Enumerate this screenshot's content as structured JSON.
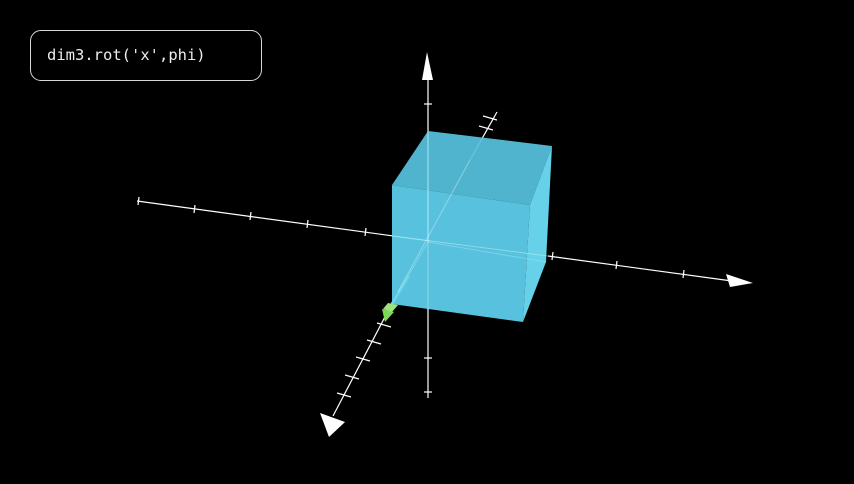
{
  "code_label": "dim3.rot('x',phi)",
  "colors": {
    "background": "#000000",
    "axis": "#ffffff",
    "cube_front": "#5fd0ee",
    "cube_top": "#57c2df",
    "cube_side": "#6cdcf4",
    "rotation_arrow": "#7ed957",
    "label_border": "#d8d8d8",
    "label_text": "#ececec"
  },
  "scene": {
    "axes": [
      "x-axis",
      "y-axis",
      "z-axis"
    ],
    "object": "cube",
    "marker": "rotation-vector-arrow"
  }
}
